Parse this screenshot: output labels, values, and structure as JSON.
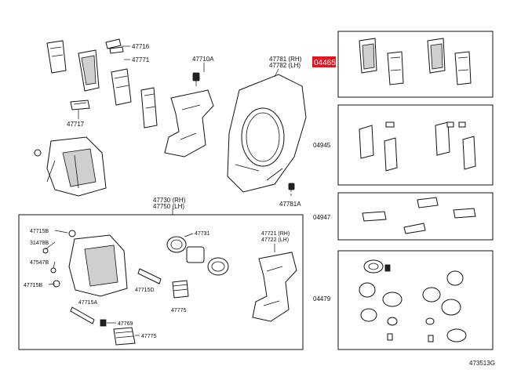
{
  "labels": {
    "p47716": "47716",
    "p47771": "47771",
    "p47717": "47717",
    "p47710A": "47710A",
    "p47781rh": "47781 (RH)",
    "p47782lh": "47782 (LH)",
    "p47781A": "47781A",
    "p04465": "04465",
    "p04945": "04945",
    "p04947": "04947",
    "p04479": "04479",
    "p47730rh": "47730 (RH)",
    "p47750lh": "47750 (LH)",
    "p47715B_a": "47715B",
    "p31478B": "31478B",
    "p47547B": "47547B",
    "p47715B_b": "47715B",
    "p47715A": "47715A",
    "p47731": "47731",
    "p47715D": "47715D",
    "p47775_a": "47775",
    "p47769": "47769",
    "p47775_b": "47775",
    "p47721rh": "47721 (RH)",
    "p47722lh": "47722 (LH)",
    "fig_id": "473513G"
  },
  "colors": {
    "highlight": "#e8141c",
    "line": "#111111"
  },
  "icons": {
    "pad": "brake-pad-icon",
    "caliper": "caliper-icon",
    "shield": "disc-dust-cover-icon"
  }
}
